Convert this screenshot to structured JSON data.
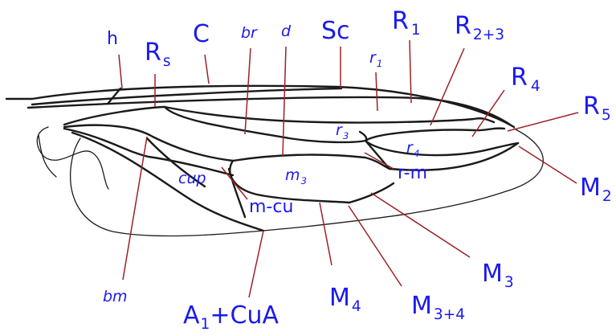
{
  "colors": {
    "label": "#1a1aee",
    "vein": "#1a1a1a",
    "leader": "#9b2226"
  },
  "labels": {
    "h": "h",
    "Rs": "R",
    "Rs_sub": "s",
    "C": "C",
    "br": "br",
    "d": "d",
    "Sc": "Sc",
    "R1": "R",
    "R1_sub": "1",
    "R23": "R",
    "R23_sub": "2+3",
    "r1": "r",
    "r1_sub": "1",
    "R4": "R",
    "R4_sub": "4",
    "R5": "R",
    "R5_sub": "5",
    "r3": "r",
    "r3_sub": "3",
    "r4": "r",
    "r4_sub": "4",
    "rm": "r-m",
    "M2": "M",
    "M2_sub": "2",
    "cup": "cup",
    "m3": "m",
    "m3_sub": "3",
    "mcu": "m-cu",
    "M3": "M",
    "M3_sub": "3",
    "bm": "bm",
    "A1CuA_a": "A",
    "A1CuA_sub": "1",
    "A1CuA_b": "+CuA",
    "M4": "M",
    "M4_sub": "4",
    "M34": "M",
    "M34_sub": "3+4"
  }
}
